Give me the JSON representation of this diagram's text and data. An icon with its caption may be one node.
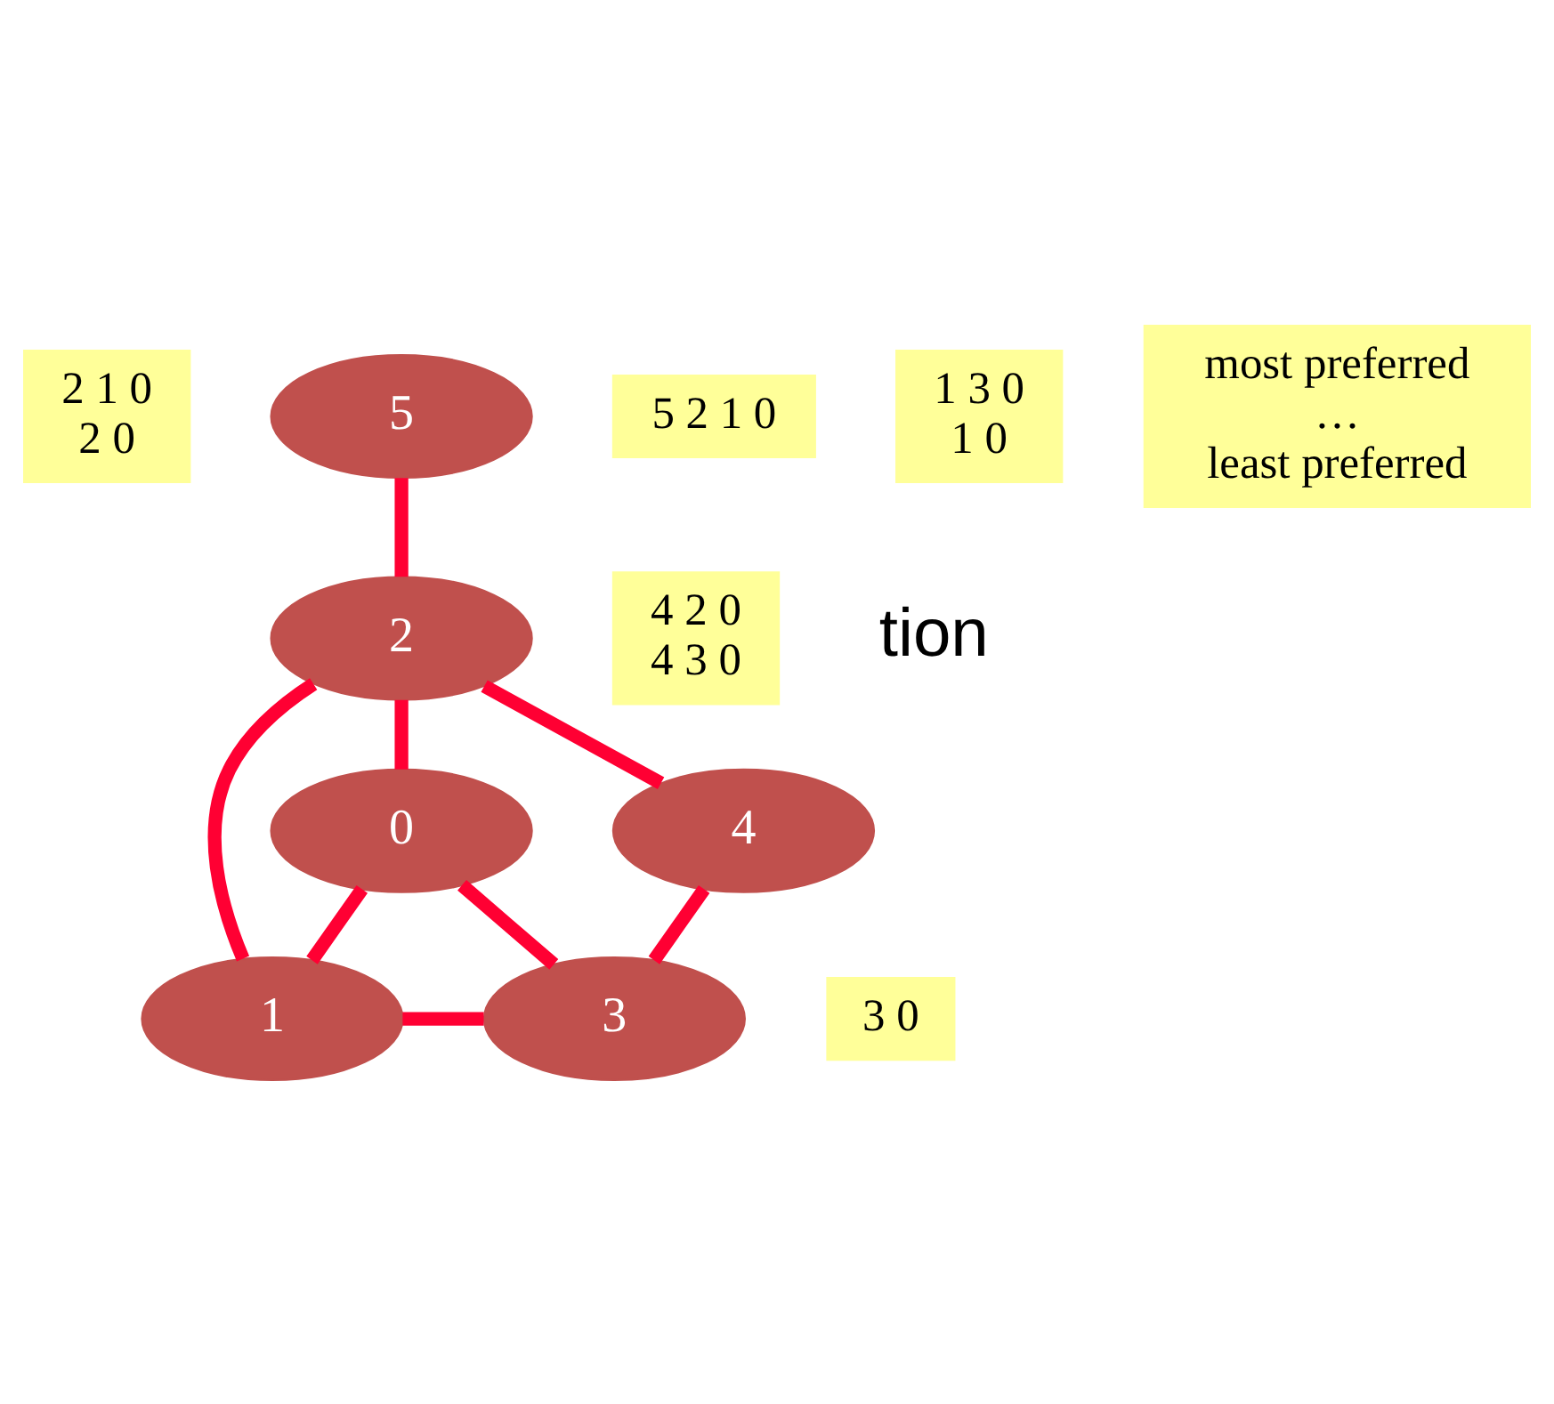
{
  "diagram": {
    "nodes": [
      {
        "text": [
          "2 1 0",
          "2 0"
        ]
      },
      {
        "text": [
          "5"
        ]
      },
      {
        "text": [
          "5 2 1 0"
        ]
      },
      {
        "text": [
          "2"
        ]
      },
      {
        "text": [
          "4 2 0",
          "4 3 0"
        ]
      },
      {
        "text": [
          "4"
        ]
      },
      {
        "text": [
          "0"
        ]
      },
      {
        "text": [
          "1"
        ]
      },
      {
        "text": [
          "3"
        ]
      },
      {
        "text": [
          "3 0"
        ]
      },
      {
        "text": [
          "1 3 0",
          "1 0"
        ]
      },
      {
        "text": [
          "most preferred",
          "…",
          "least preferred"
        ]
      }
    ],
    "edges": [
      {
        "from": 1,
        "to": 3,
        "arrow": "none"
      },
      {
        "from": 3,
        "to": 5,
        "arrow": "none"
      },
      {
        "from": 3,
        "to": 6,
        "arrow": "none"
      },
      {
        "from": 3,
        "to": 7,
        "arrow": "none"
      },
      {
        "from": 6,
        "to": 7,
        "arrow": "none"
      },
      {
        "from": 6,
        "to": 8,
        "arrow": "none"
      },
      {
        "from": 7,
        "to": 8,
        "arrow": "none"
      },
      {
        "from": 5,
        "to": 8,
        "arrow": "none"
      }
    ],
    "labels": [
      "tion"
    ]
  }
}
